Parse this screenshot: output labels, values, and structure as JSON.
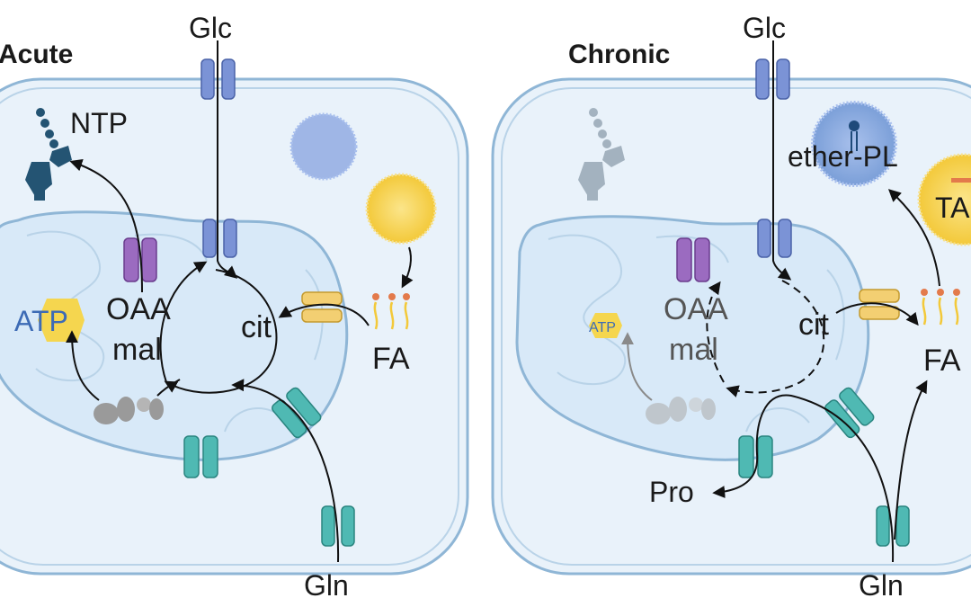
{
  "panels": {
    "acute": {
      "title": "Acute",
      "glc": "Glc",
      "gln": "Gln",
      "ntp": "NTP",
      "atp": "ATP",
      "oaa": "OAA",
      "mal": "mal",
      "cit": "cit",
      "fa": "FA"
    },
    "chronic": {
      "title": "Chronic",
      "glc": "Glc",
      "gln": "Gln",
      "atp": "ATP",
      "oaa": "OAA",
      "mal": "mal",
      "cit": "cit",
      "fa": "FA",
      "pro": "Pro",
      "ether_pl": "ether-PL",
      "tag": "TA"
    }
  },
  "colors": {
    "membrane": "#8fb6d6",
    "cytosol": "#e9f2fa",
    "matrix": "#d8e9f8",
    "glucose_transporter": "#7b93d6",
    "glutamine_transporter": "#4fb9b3",
    "mito_carrier": "#9b6bc0",
    "fa_carrier": "#f3cf72",
    "ntp": "#245473",
    "atp": "#f5d64f",
    "lipid_droplet": "#f6d24c",
    "ether_pl_vesicle": "#7b9fd8"
  }
}
